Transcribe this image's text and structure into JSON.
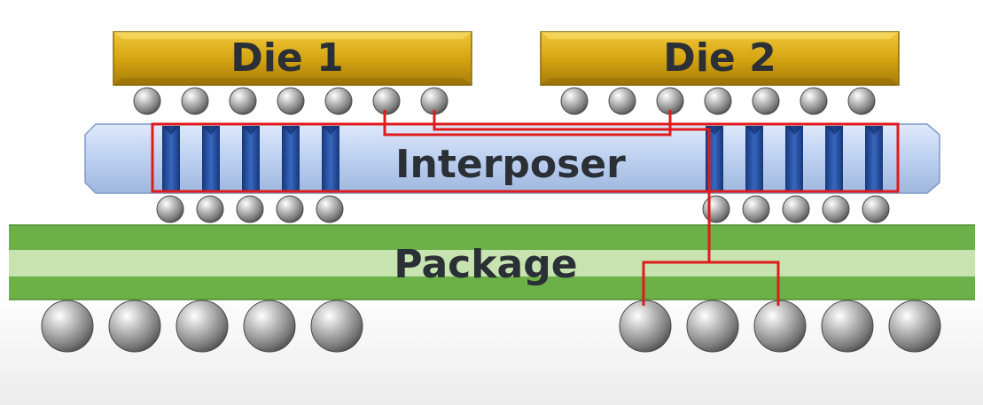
{
  "dies": [
    {
      "label": "Die 1",
      "microbumps": 7
    },
    {
      "label": "Die 2",
      "microbumps": 7
    }
  ],
  "interposer": {
    "label": "Interposer",
    "tsv_groups": [
      5,
      5
    ],
    "bottom_bumps": [
      5,
      5
    ]
  },
  "package": {
    "label": "Package",
    "solder_balls": [
      5,
      5
    ]
  },
  "colors": {
    "die": "#d6a512",
    "interposer": "#bcd0f0",
    "tsv": "#2b55a8",
    "package": "#6cb048",
    "package_stripe": "#c7e3b0",
    "highlight": "#e01b1b",
    "bump": "#8e8e8e"
  }
}
